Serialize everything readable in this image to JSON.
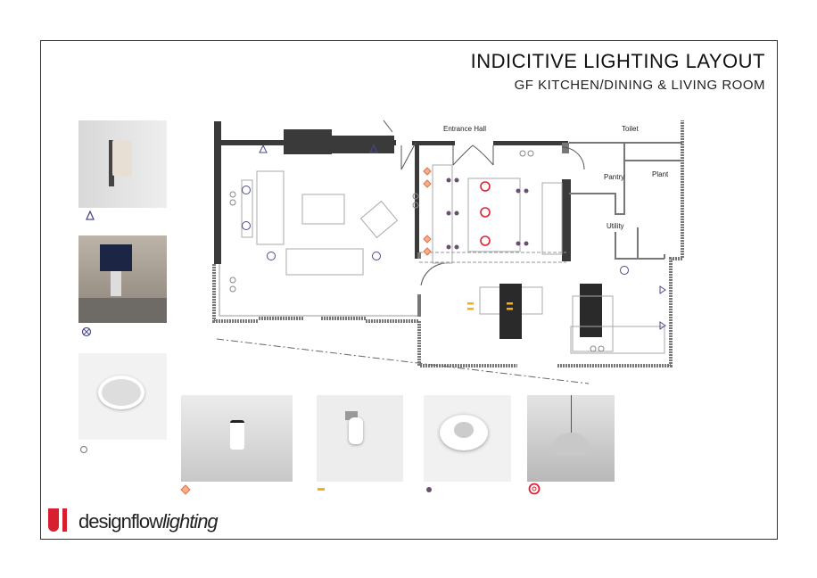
{
  "header": {
    "title": "INDICITIVE LIGHTING LAYOUT",
    "subtitle": "GF KITCHEN/DINING & LIVING ROOM"
  },
  "plan": {
    "rooms": [
      "Entrance Hall",
      "Toilet",
      "Pantry",
      "Plant",
      "Utility"
    ]
  },
  "legend": [
    {
      "icon": "wall-light-triangle-icon",
      "color": "#4a4a8a"
    },
    {
      "icon": "table-lamp-cross-circle-icon",
      "color": "#4a4a8a"
    },
    {
      "icon": "downlight-grey-circle-icon",
      "color": "#888888"
    },
    {
      "icon": "spotlight-diamond-icon",
      "color": "#f08050"
    },
    {
      "icon": "strip-light-dash-icon",
      "color": "#f0b020"
    },
    {
      "icon": "downlight-dark-dot-icon",
      "color": "#6a5070"
    },
    {
      "icon": "pendant-ring-icon",
      "color": "#e02030"
    }
  ],
  "logo": {
    "brand": "designflow",
    "suffix": "lighting"
  }
}
